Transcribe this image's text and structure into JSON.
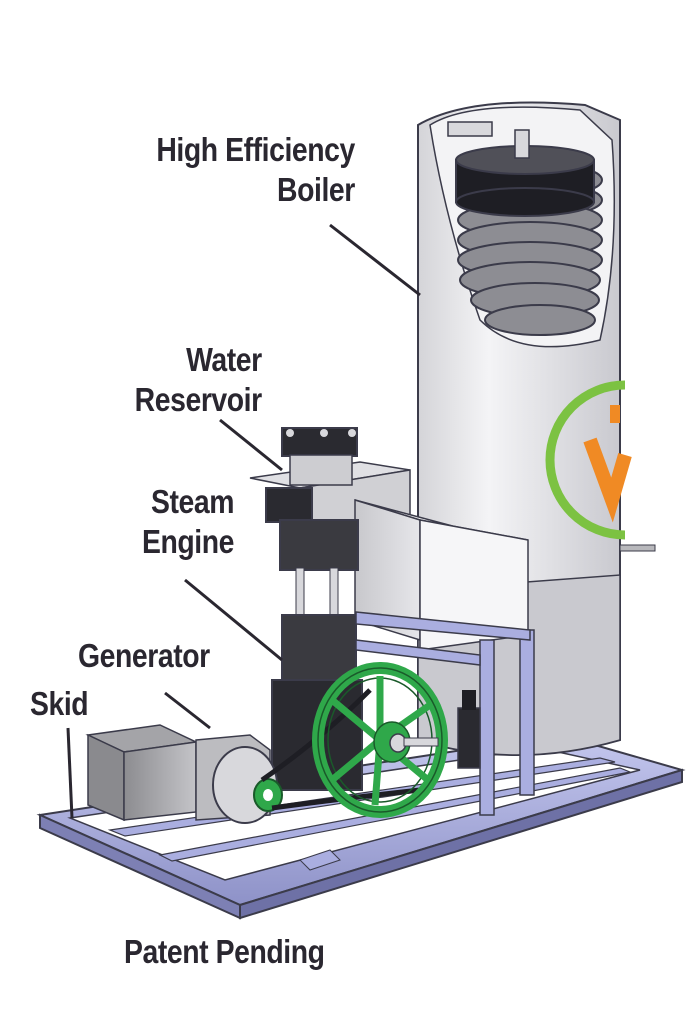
{
  "labels": {
    "boiler_line1": "High Efficiency",
    "boiler_line2": "Boiler",
    "reservoir_line1": "Water",
    "reservoir_line2": "Reservoir",
    "engine_line1": "Steam",
    "engine_line2": "Engine",
    "generator": "Generator",
    "skid": "Skid"
  },
  "footer": "Patent Pending",
  "colors": {
    "label_text": "#2a2730",
    "leader_line": "#2a2730",
    "frame": "#aaaee0",
    "flywheel": "#2fa84a",
    "boiler": "#e9e9ec",
    "logo_ring": "#7cc242",
    "logo_mark": "#f08a24"
  }
}
